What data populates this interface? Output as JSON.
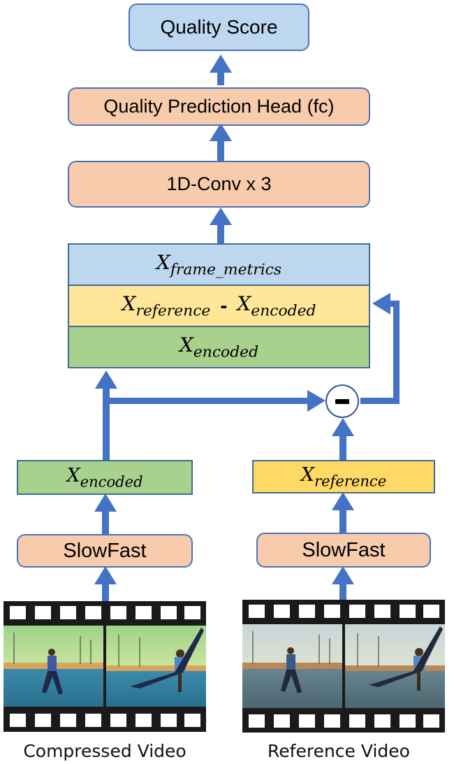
{
  "quality_score": "Quality Score",
  "prediction_head": "Quality Prediction Head (fc)",
  "conv": "1D-Conv x 3",
  "stack": {
    "frame_metrics": {
      "base": "X",
      "sub": "frame_metrics"
    },
    "difference": {
      "left_base": "X",
      "left_sub": "reference",
      "minus": "-",
      "right_base": "X",
      "right_sub": "encoded"
    },
    "encoded": {
      "base": "X",
      "sub": "encoded"
    }
  },
  "encoded_feature": {
    "base": "X",
    "sub": "encoded"
  },
  "reference_feature": {
    "base": "X",
    "sub": "reference"
  },
  "slowfast_left": "SlowFast",
  "slowfast_right": "SlowFast",
  "subtract_symbol": "−",
  "captions": {
    "left": "Compressed Video",
    "right": "Reference Video"
  },
  "colors": {
    "arrow": "#4472c4",
    "blue_box": "#bdd7ee",
    "salmon_box": "#f8cbad",
    "green_box": "#a9d18e",
    "yellow_box": "#ffe699",
    "yellow_feature": "#ffd966"
  },
  "icons": [
    "film-strip-icon",
    "subtract-circle-icon"
  ]
}
